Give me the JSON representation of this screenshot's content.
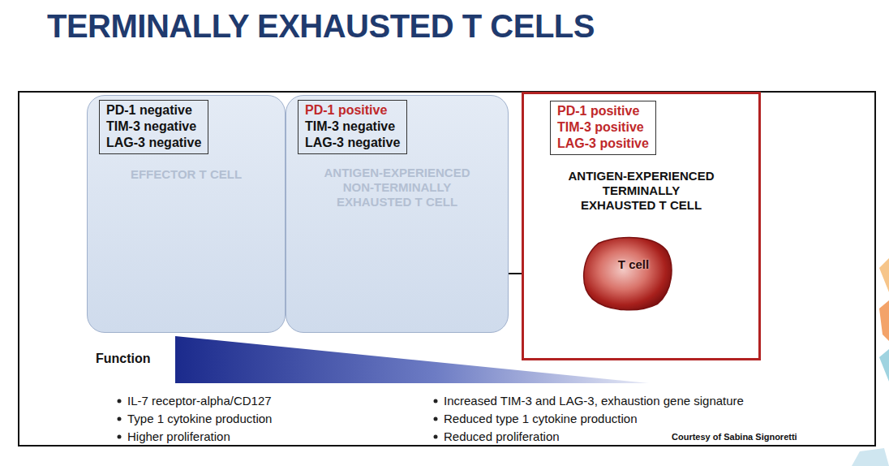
{
  "diagram": {
    "title": "TERMINALLY EXHAUSTED T CELLS",
    "nodes": [
      {
        "text": [
          "EFFECTOR T CELL"
        ]
      },
      {
        "text": [
          "PD-1 negative",
          "TIM-3 negative",
          "LAG-3 negative"
        ],
        "in": 0
      },
      {
        "text": [
          "ANTIGEN-EXPERIENCED NON-TERMINALLY EXHAUSTED T CELL"
        ]
      },
      {
        "text": [
          "PD-1 positive",
          "TIM-3 negative",
          "LAG-3 negative"
        ],
        "in": 2
      },
      {
        "text": [
          "ANTIGEN-EXPERIENCED TERMINALLY EXHAUSTED T CELL"
        ]
      },
      {
        "text": [
          "PD-1 positive",
          "TIM-3 positive",
          "LAG-3 positive"
        ],
        "in": 4
      },
      {
        "text": [
          "T cell"
        ],
        "in": 4
      }
    ],
    "edges": [
      {
        "from": 2,
        "to": 6,
        "arrow": "to"
      }
    ],
    "labels": [
      "Function",
      "IL-7 receptor-alpha/CD127",
      "Type 1 cytokine production",
      "Higher proliferation",
      "Increased TIM-3 and LAG-3, exhaustion gene signature",
      "Reduced type 1 cytokine production",
      "Reduced proliferation",
      "Courtesy of Sabina Signoretti"
    ]
  }
}
